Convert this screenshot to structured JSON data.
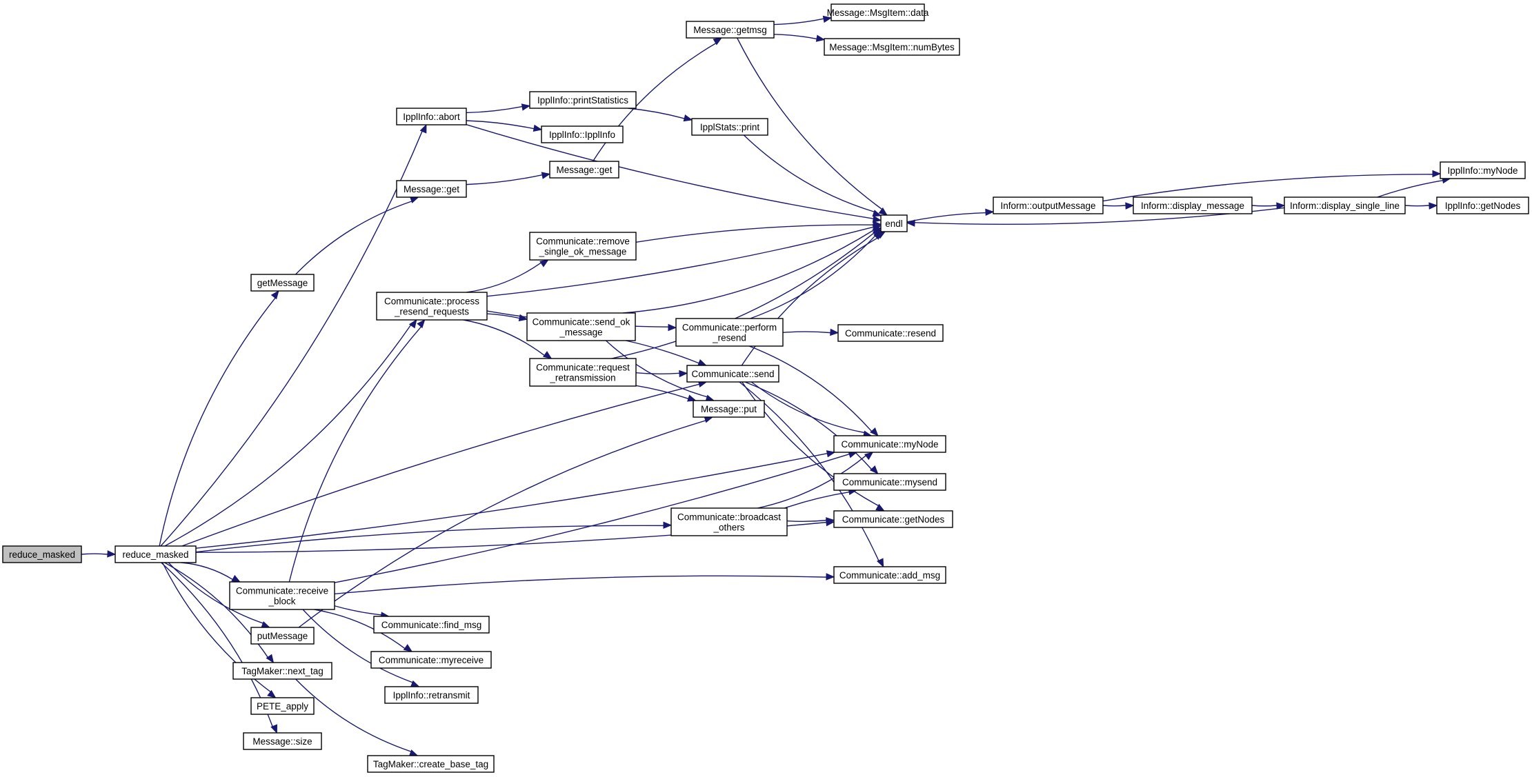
{
  "diagram": {
    "nodes": [
      {
        "id": "root",
        "lines": [
          "reduce_masked"
        ],
        "root": true
      },
      {
        "id": "rm",
        "lines": [
          "reduce_masked"
        ]
      },
      {
        "id": "abort",
        "lines": [
          "IpplInfo::abort"
        ]
      },
      {
        "id": "printStats",
        "lines": [
          "IpplInfo::printStatistics"
        ]
      },
      {
        "id": "ipplInfoCtor",
        "lines": [
          "IpplInfo::IpplInfo"
        ]
      },
      {
        "id": "statsPrint",
        "lines": [
          "IpplStats::print"
        ]
      },
      {
        "id": "getmsg",
        "lines": [
          "Message::getmsg"
        ]
      },
      {
        "id": "msgData",
        "lines": [
          "Message::MsgItem::data"
        ]
      },
      {
        "id": "msgNumBytes",
        "lines": [
          "Message::MsgItem::numBytes"
        ]
      },
      {
        "id": "msgGet",
        "lines": [
          "Message::get"
        ]
      },
      {
        "id": "msgGet2",
        "lines": [
          "Message::get"
        ]
      },
      {
        "id": "getMessage",
        "lines": [
          "getMessage"
        ]
      },
      {
        "id": "endl",
        "lines": [
          "endl"
        ]
      },
      {
        "id": "outputMessage",
        "lines": [
          "Inform::outputMessage"
        ]
      },
      {
        "id": "displayMessage",
        "lines": [
          "Inform::display_message"
        ]
      },
      {
        "id": "displaySingle",
        "lines": [
          "Inform::display_single_line"
        ]
      },
      {
        "id": "ipplMyNode",
        "lines": [
          "IpplInfo::myNode"
        ]
      },
      {
        "id": "ipplGetNodes",
        "lines": [
          "IpplInfo::getNodes"
        ]
      },
      {
        "id": "removeSingle",
        "lines": [
          "Communicate::remove",
          "_single_ok_message"
        ]
      },
      {
        "id": "processResend",
        "lines": [
          "Communicate::process",
          "_resend_requests"
        ]
      },
      {
        "id": "sendOk",
        "lines": [
          "Communicate::send_ok",
          "_message"
        ]
      },
      {
        "id": "performResend",
        "lines": [
          "Communicate::perform",
          "_resend"
        ]
      },
      {
        "id": "resend",
        "lines": [
          "Communicate::resend"
        ]
      },
      {
        "id": "requestRetrans",
        "lines": [
          "Communicate::request",
          "_retransmission"
        ]
      },
      {
        "id": "send",
        "lines": [
          "Communicate::send"
        ]
      },
      {
        "id": "msgPut",
        "lines": [
          "Message::put"
        ]
      },
      {
        "id": "commMyNode",
        "lines": [
          "Communicate::myNode"
        ]
      },
      {
        "id": "mysend",
        "lines": [
          "Communicate::mysend"
        ]
      },
      {
        "id": "broadcast",
        "lines": [
          "Communicate::broadcast",
          "_others"
        ]
      },
      {
        "id": "commGetNodes",
        "lines": [
          "Communicate::getNodes"
        ]
      },
      {
        "id": "addMsg",
        "lines": [
          "Communicate::add_msg"
        ]
      },
      {
        "id": "receiveBlock",
        "lines": [
          "Communicate::receive",
          "_block"
        ]
      },
      {
        "id": "findMsg",
        "lines": [
          "Communicate::find_msg"
        ]
      },
      {
        "id": "myreceive",
        "lines": [
          "Communicate::myreceive"
        ]
      },
      {
        "id": "retransmit",
        "lines": [
          "IpplInfo::retransmit"
        ]
      },
      {
        "id": "putMessage",
        "lines": [
          "putMessage"
        ]
      },
      {
        "id": "nextTag",
        "lines": [
          "TagMaker::next_tag"
        ]
      },
      {
        "id": "peteApply",
        "lines": [
          "PETE_apply"
        ]
      },
      {
        "id": "msgSize",
        "lines": [
          "Message::size"
        ]
      },
      {
        "id": "createBaseTag",
        "lines": [
          "TagMaker::create_base_tag"
        ]
      }
    ],
    "edges": [
      [
        "root",
        "rm"
      ],
      [
        "rm",
        "abort"
      ],
      [
        "rm",
        "getMessage"
      ],
      [
        "rm",
        "processResend"
      ],
      [
        "rm",
        "send"
      ],
      [
        "rm",
        "commMyNode"
      ],
      [
        "rm",
        "broadcast"
      ],
      [
        "rm",
        "commGetNodes"
      ],
      [
        "rm",
        "receiveBlock"
      ],
      [
        "rm",
        "putMessage"
      ],
      [
        "rm",
        "nextTag"
      ],
      [
        "rm",
        "peteApply"
      ],
      [
        "rm",
        "msgSize"
      ],
      [
        "abort",
        "printStats"
      ],
      [
        "abort",
        "ipplInfoCtor"
      ],
      [
        "abort",
        "endl"
      ],
      [
        "printStats",
        "statsPrint"
      ],
      [
        "statsPrint",
        "endl"
      ],
      [
        "getMessage",
        "msgGet"
      ],
      [
        "msgGet",
        "msgGet2"
      ],
      [
        "msgGet2",
        "getmsg"
      ],
      [
        "getmsg",
        "msgData"
      ],
      [
        "getmsg",
        "msgNumBytes"
      ],
      [
        "getmsg",
        "endl"
      ],
      [
        "endl",
        "outputMessage"
      ],
      [
        "outputMessage",
        "displayMessage"
      ],
      [
        "outputMessage",
        "ipplMyNode"
      ],
      [
        "displayMessage",
        "displaySingle"
      ],
      [
        "displaySingle",
        "ipplMyNode"
      ],
      [
        "displaySingle",
        "ipplGetNodes"
      ],
      [
        "displaySingle",
        "endl"
      ],
      [
        "processResend",
        "removeSingle"
      ],
      [
        "processResend",
        "sendOk"
      ],
      [
        "processResend",
        "performResend"
      ],
      [
        "processResend",
        "requestRetrans"
      ],
      [
        "processResend",
        "endl"
      ],
      [
        "removeSingle",
        "endl"
      ],
      [
        "sendOk",
        "endl"
      ],
      [
        "sendOk",
        "send"
      ],
      [
        "sendOk",
        "msgPut"
      ],
      [
        "performResend",
        "resend"
      ],
      [
        "performResend",
        "endl"
      ],
      [
        "performResend",
        "commMyNode"
      ],
      [
        "requestRetrans",
        "send"
      ],
      [
        "requestRetrans",
        "msgPut"
      ],
      [
        "requestRetrans",
        "endl"
      ],
      [
        "send",
        "endl"
      ],
      [
        "send",
        "commMyNode"
      ],
      [
        "send",
        "mysend"
      ],
      [
        "send",
        "commGetNodes"
      ],
      [
        "send",
        "addMsg"
      ],
      [
        "broadcast",
        "commMyNode"
      ],
      [
        "broadcast",
        "mysend"
      ],
      [
        "broadcast",
        "commGetNodes"
      ],
      [
        "receiveBlock",
        "processResend"
      ],
      [
        "receiveBlock",
        "commMyNode"
      ],
      [
        "receiveBlock",
        "addMsg"
      ],
      [
        "receiveBlock",
        "findMsg"
      ],
      [
        "receiveBlock",
        "myreceive"
      ],
      [
        "receiveBlock",
        "retransmit"
      ],
      [
        "putMessage",
        "msgPut"
      ],
      [
        "nextTag",
        "createBaseTag"
      ]
    ],
    "colors": {
      "edge": "#191970",
      "rootFill": "#bfbfbf",
      "nodeFill": "#ffffff",
      "border": "#000000"
    }
  }
}
